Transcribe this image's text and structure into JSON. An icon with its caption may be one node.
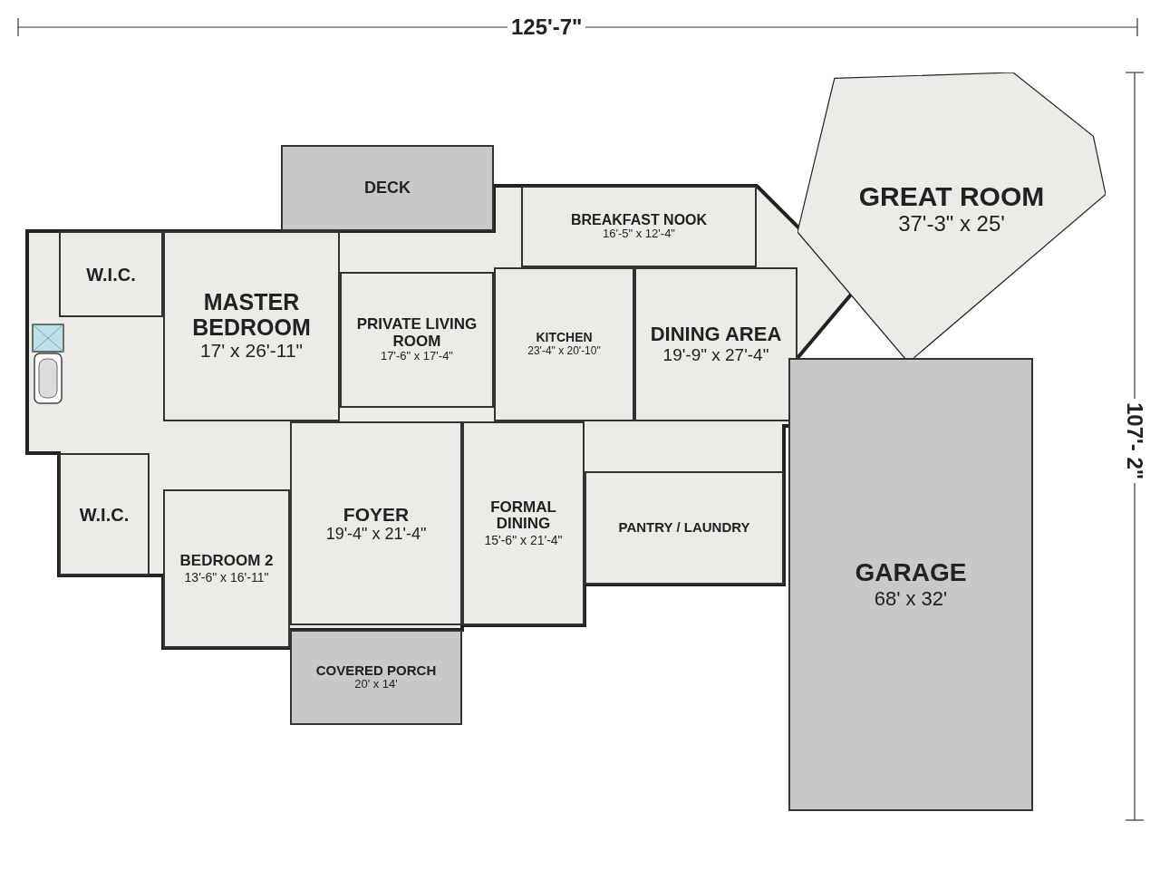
{
  "diagram": {
    "nodes": [
      {
        "text": [
          "GREAT ROOM",
          "37'-3\" x 25'"
        ]
      },
      {
        "text": [
          "DECK"
        ]
      },
      {
        "text": [
          "BREAKFAST NOOK",
          "16'-5\" x 12'-4\""
        ]
      },
      {
        "text": [
          "W.I.C."
        ]
      },
      {
        "text": [
          "MASTER BEDROOM",
          "17' x 26'-11\""
        ]
      },
      {
        "text": [
          "PRIVATE LIVING ROOM",
          "17'-6\" x 17'-4\""
        ]
      },
      {
        "text": [
          "DINING AREA",
          "19'-9\" x 27'-4\""
        ]
      },
      {
        "text": [
          "KITCHEN",
          "23'-4\" x 20'-10\""
        ]
      },
      {
        "text": [
          "W.I.C."
        ]
      },
      {
        "text": [
          "BEDROOM 2",
          "13'-6\" x 16'-11\""
        ]
      },
      {
        "text": [
          "FOYER",
          "19'-4\" x 21'-4\""
        ]
      },
      {
        "text": [
          "FORMAL DINING",
          "15'-6\" x 21'-4\""
        ]
      },
      {
        "text": [
          "PANTRY / LAUNDRY"
        ]
      },
      {
        "text": [
          "COVERED PORCH",
          "20' x 14'"
        ]
      },
      {
        "text": [
          "GARAGE",
          "68' x 32'"
        ]
      }
    ],
    "labels": [
      "125'-7\"",
      "107'- 2\""
    ]
  }
}
